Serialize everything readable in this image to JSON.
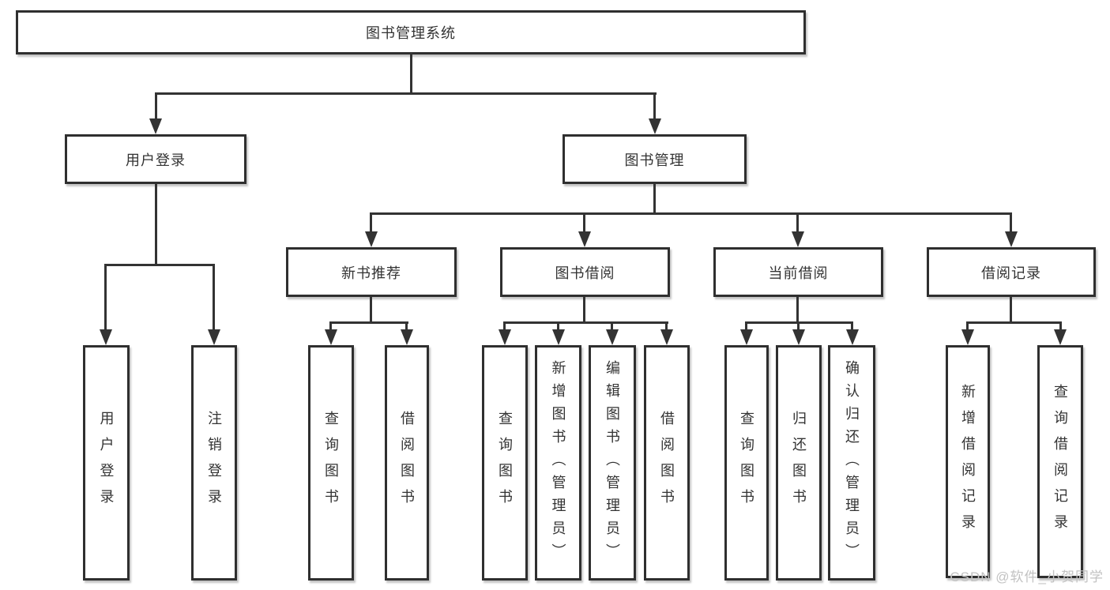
{
  "tree": {
    "root": {
      "label": "图书管理系统",
      "children": [
        {
          "label": "用户登录",
          "children": [
            {
              "label": "用户登录"
            },
            {
              "label": "注销登录"
            }
          ]
        },
        {
          "label": "图书管理",
          "children": [
            {
              "label": "新书推荐",
              "children": [
                {
                  "label": "查询图书"
                },
                {
                  "label": "借阅图书"
                }
              ]
            },
            {
              "label": "图书借阅",
              "children": [
                {
                  "label": "查询图书"
                },
                {
                  "label": "新增图书（管理员）"
                },
                {
                  "label": "编辑图书（管理员）"
                },
                {
                  "label": "借阅图书"
                }
              ]
            },
            {
              "label": "当前借阅",
              "children": [
                {
                  "label": "查询图书"
                },
                {
                  "label": "归还图书"
                },
                {
                  "label": "确认归还（管理员）"
                }
              ]
            },
            {
              "label": "借阅记录",
              "children": [
                {
                  "label": "新增借阅记录"
                },
                {
                  "label": "查询借阅记录"
                }
              ]
            }
          ]
        }
      ]
    }
  },
  "watermark": {
    "text": "CSDN @软件_小贺同学"
  },
  "colors": {
    "line": "#333333",
    "text": "#333333",
    "box_fill": "#ffffff",
    "watermark": "#c2c2c2"
  }
}
